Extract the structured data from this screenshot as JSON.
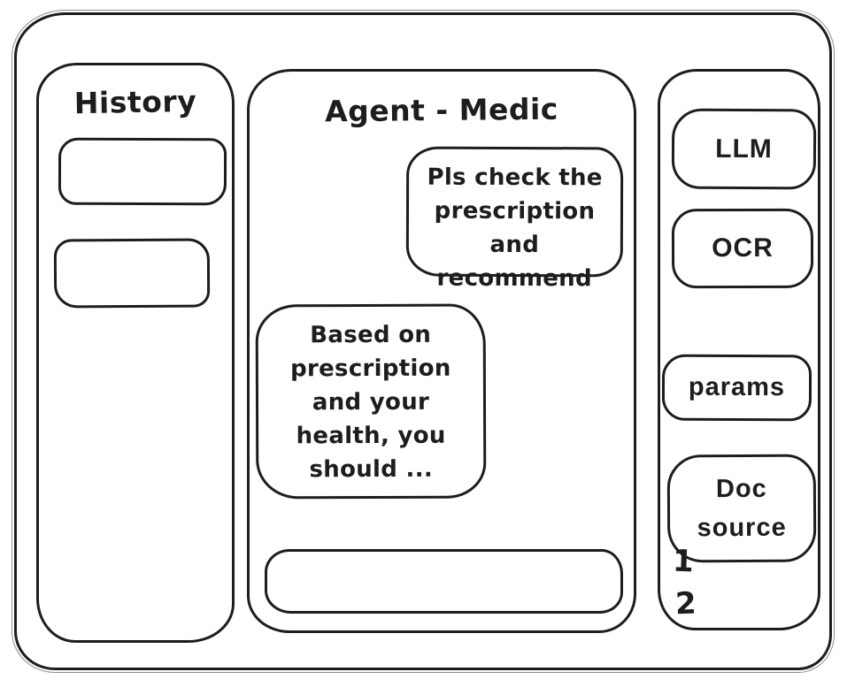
{
  "history": {
    "title": "History",
    "items": [
      {
        "label": ""
      },
      {
        "label": ""
      }
    ]
  },
  "chat": {
    "title": "Agent - Medic",
    "user_message": {
      "text": "Pls check the prescription and recommend",
      "lines": [
        "Pls check the",
        "prescription",
        "and recommend"
      ]
    },
    "agent_message": {
      "text": "Based on prescription and your health, you should ...",
      "lines": [
        "Based on",
        "prescription",
        "and your",
        "health, you",
        "should ..."
      ]
    },
    "input": {
      "value": ""
    }
  },
  "tools": {
    "llm_label": "LLM",
    "ocr_label": "OCR",
    "params_label": "params",
    "doc_source_lines": [
      "Doc",
      "source"
    ],
    "source_numbers": [
      "1",
      "2"
    ]
  },
  "colors": {
    "ink": "#1d1d1d",
    "background": "#ffffff"
  }
}
